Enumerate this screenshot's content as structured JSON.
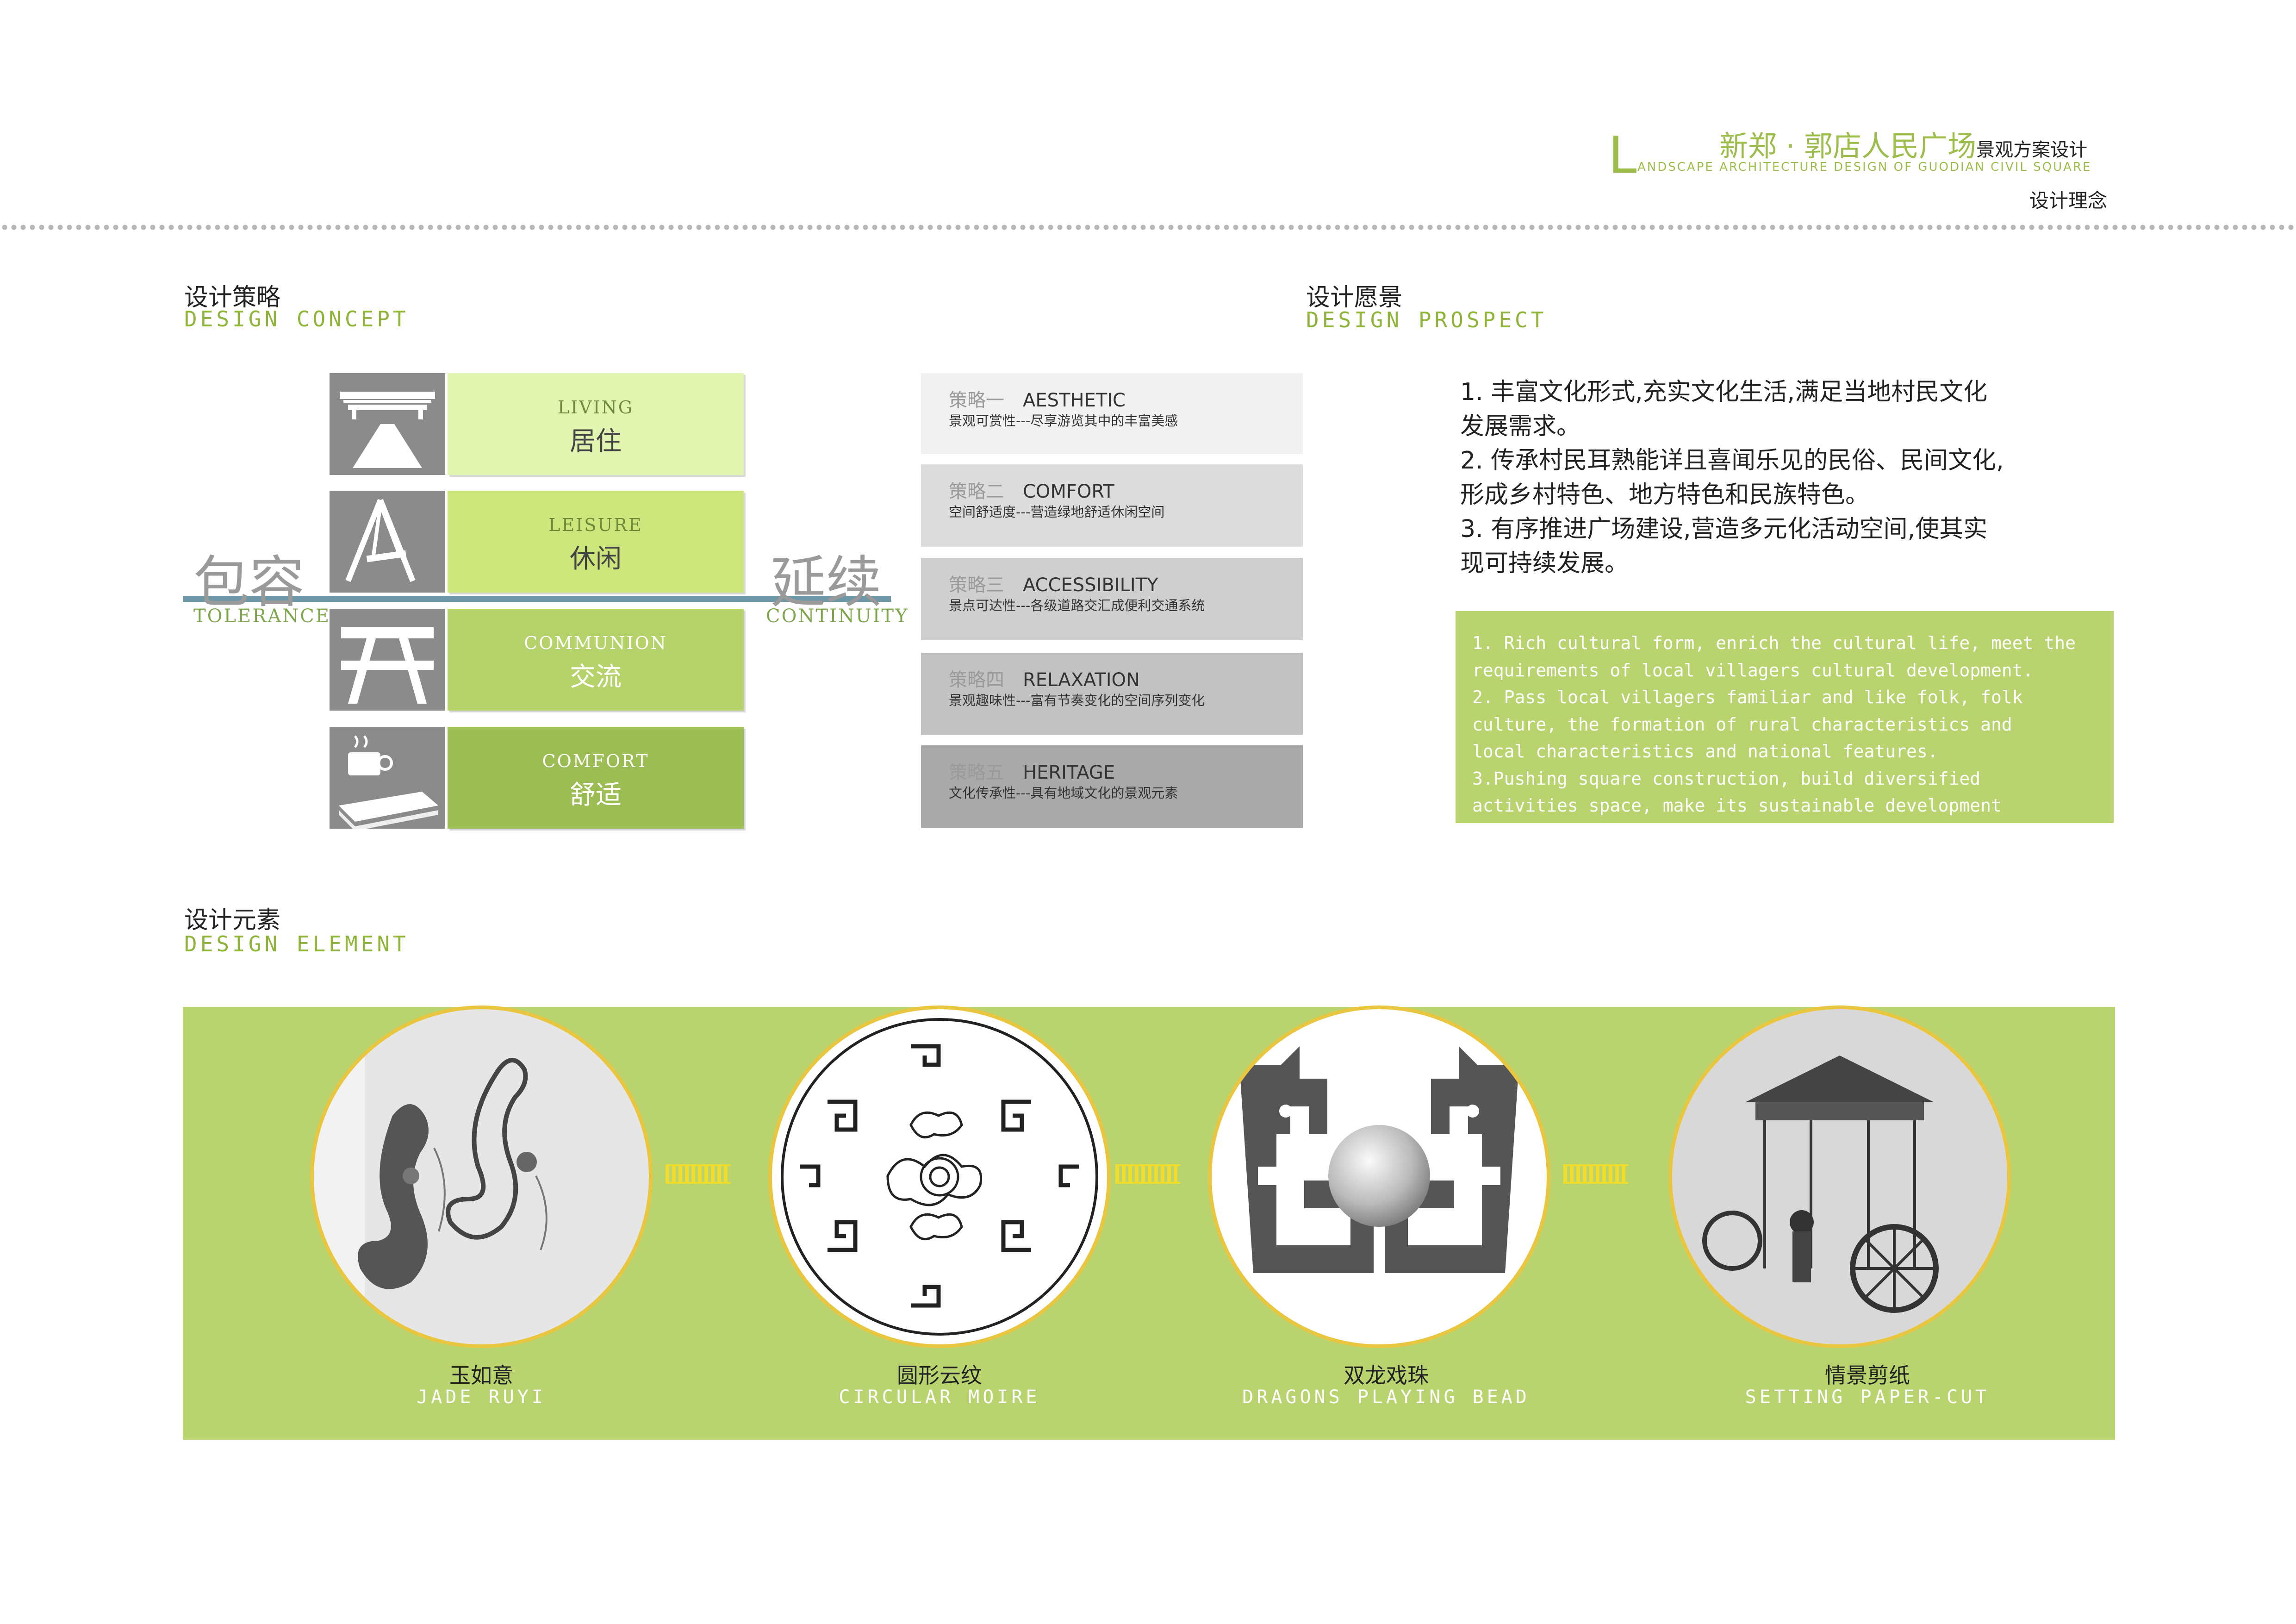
{
  "header": {
    "initial": "L",
    "title": "新郑 · 郭店人民广场",
    "title_suffix": "景观方案设计",
    "subtitle_en": "ANDSCAPE ARCHITECTURE DESIGN OF GUODIAN CIVIL SQUARE",
    "page_label": "设计理念"
  },
  "concept": {
    "title_cn": "设计策略",
    "title_en": "DESIGN CONCEPT",
    "left_cn": "包容",
    "left_en": "TOLERANCE",
    "right_cn": "延续",
    "right_en": "CONTINUITY",
    "items": [
      {
        "en": "LIVING",
        "cn": "居住",
        "icon": "pavilion-icon",
        "color": "#e2f5b0"
      },
      {
        "en": "LEISURE",
        "cn": "休闲",
        "icon": "swing-icon",
        "color": "#cde67c"
      },
      {
        "en": "COMMUNION",
        "cn": "交流",
        "icon": "picnic-table-icon",
        "color": "#b6d36b"
      },
      {
        "en": "COMFORT",
        "cn": "舒适",
        "icon": "coffee-book-icon",
        "color": "#9cbd54"
      }
    ]
  },
  "strategies": [
    {
      "key": "策略一",
      "name": "AESTHETIC",
      "desc": "景观可赏性---尽享游览其中的丰富美感",
      "color": "#f1f1f1"
    },
    {
      "key": "策略二",
      "name": "COMFORT",
      "desc": "空间舒适度---营造绿地舒适休闲空间",
      "color": "#dcdcdc"
    },
    {
      "key": "策略三",
      "name": "ACCESSIBILITY",
      "desc": "景点可达性---各级道路交汇成便利交通系统",
      "color": "#cfcfcf"
    },
    {
      "key": "策略四",
      "name": "RELAXATION",
      "desc": "景观趣味性---富有节奏变化的空间序列变化",
      "color": "#c2c2c2"
    },
    {
      "key": "策略五",
      "name": "HERITAGE",
      "desc": "文化传承性---具有地域文化的景观元素",
      "color": "#a9a9a9"
    }
  ],
  "prospect": {
    "title_cn": "设计愿景",
    "title_en": "DESIGN PROSPECT",
    "lines": [
      "1.  丰富文化形式,充实文化生活,满足当地村民文化",
      "     发展需求。",
      "2.  传承村民耳熟能详且喜闻乐见的民俗、民间文化,",
      "     形成乡村特色、地方特色和民族特色。",
      "3.  有序推进广场建设,营造多元化活动空间,使其实",
      "     现可持续发展。"
    ],
    "english_lines": [
      "1. Rich cultural form, enrich the cultural life, meet the",
      "requirements of local villagers cultural development.",
      "2. Pass local villagers familiar and like folk, folk",
      "culture, the formation of rural characteristics and",
      "local characteristics and national features.",
      "3.Pushing square construction, build diversified",
      "activities space, make its sustainable development"
    ]
  },
  "elements": {
    "title_cn": "设计元素",
    "title_en": "DESIGN ELEMENT",
    "items": [
      {
        "cn": "玉如意",
        "en": "JADE RUYI"
      },
      {
        "cn": "圆形云纹",
        "en": "CIRCULAR MOIRE"
      },
      {
        "cn": "双龙戏珠",
        "en": "DRAGONS PLAYING BEAD"
      },
      {
        "cn": "情景剪纸",
        "en": "SETTING PAPER-CUT"
      }
    ]
  }
}
